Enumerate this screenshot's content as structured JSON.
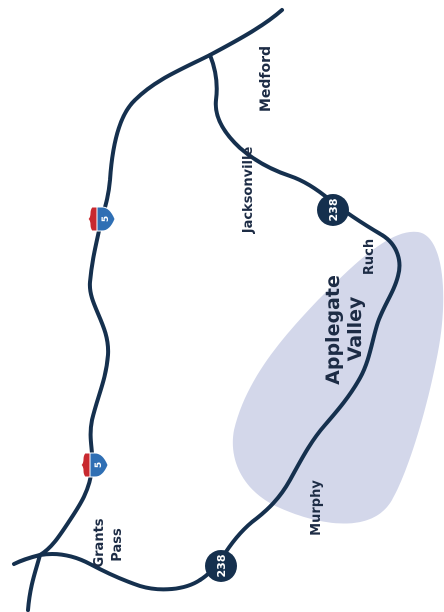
{
  "colors": {
    "road": "#15304e",
    "region": "#d3d7ea",
    "label": "#1d2c45",
    "interstate_blue": "#2f6fb4",
    "interstate_red": "#c8292f",
    "state_route": "#15304e"
  },
  "places": {
    "medford": "Medford",
    "jacksonville": "Jacksonville",
    "ruch": "Ruch",
    "murphy": "Murphy",
    "grants": "Grants",
    "pass": "Pass"
  },
  "region": {
    "line1": "Applegate",
    "line2": "Valley"
  },
  "routes": {
    "interstate": "5",
    "state_route": "238"
  }
}
